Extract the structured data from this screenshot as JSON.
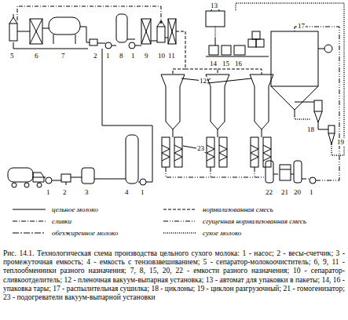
{
  "diagram": {
    "caption": "Рис. 14.1. Технологическая схема производства цельного сухого молока: 1 - насос; 2 - весы-счетчик; 3 - промежуточная емкость; 4 - емкость с тензовзвешиванием; 5 - сепаратор-молокоочиститель; 6, 9, 11 - теплообменники разного назначения; 7, 8, 15, 20, 22 - емкости разного назначения; 10 - сепаратор-сливкоотделитель; 12 - пленочная вакуум-выпарная установка; 13 - автомат для упаковки в пакеты; 14, 16 - упаковка тары; 17 - распылительная сушилка; 18 - циклоны; 19 - циклон разгрузочный; 21 - гомогенизатор; 23 - подогреватели вакуум-выпарной установки",
    "labels": [
      "5",
      "6",
      "7",
      "2",
      "1",
      "8",
      "1",
      "9",
      "10",
      "11",
      "13",
      "14",
      "15",
      "16",
      "17",
      "12",
      "18",
      "19",
      "23",
      "22",
      "21",
      "20",
      "1",
      "1",
      "2",
      "3",
      "4",
      "1"
    ],
    "legend": [
      {
        "text": "цельное молоко"
      },
      {
        "text": "сливки"
      },
      {
        "text": "обезжиренное молоко"
      },
      {
        "text": "нормализованная смесь"
      },
      {
        "text": "сгущенная нормализованная смесь"
      },
      {
        "text": "сухое молоко"
      }
    ]
  }
}
